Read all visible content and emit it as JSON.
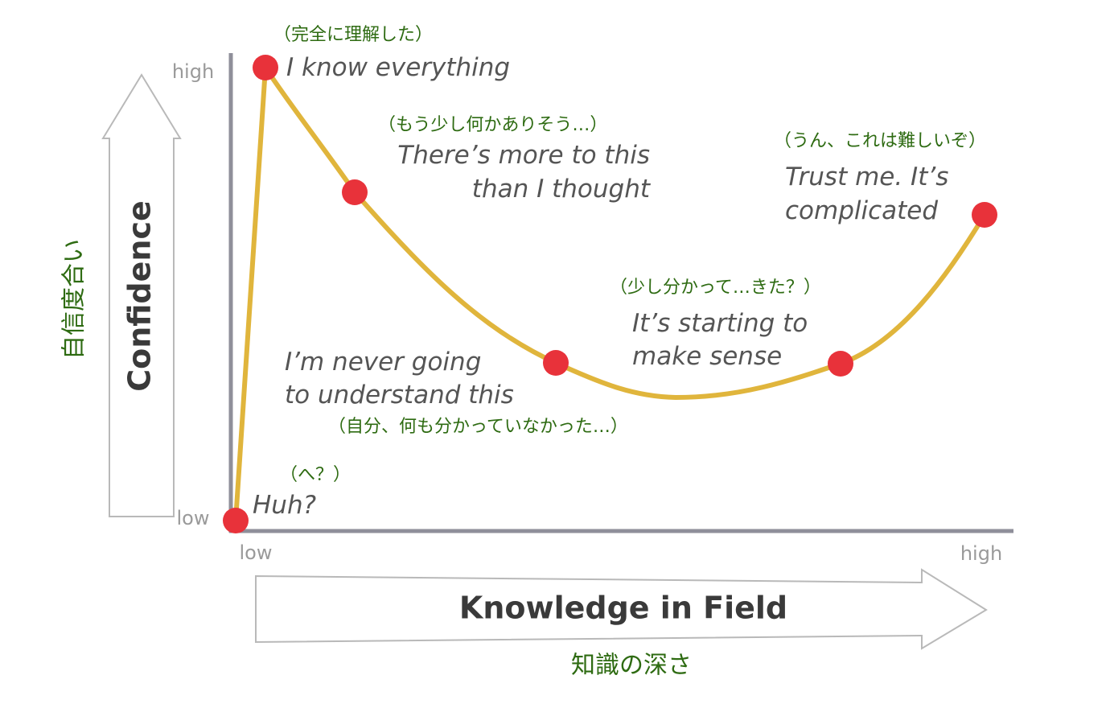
{
  "ticks": {
    "y_high": "high",
    "y_low": "low",
    "x_low": "low",
    "x_high": "high"
  },
  "axes": {
    "y_label_en": "Confidence",
    "y_label_jp": "自信度合い",
    "x_label_en": "Knowledge in Field",
    "x_label_jp": "知識の深さ"
  },
  "stages": [
    {
      "en": [
        "Huh?"
      ],
      "jp": "（へ？）"
    },
    {
      "en": [
        "I know everything"
      ],
      "jp": "（完全に理解した）"
    },
    {
      "en": [
        "There’s more to this",
        "than I thought"
      ],
      "jp": "（もう少し何かありそう…）"
    },
    {
      "en": [
        "I’m never going",
        "to understand this"
      ],
      "jp": "（自分、何も分かっていなかった…）"
    },
    {
      "en": [
        "It’s starting to",
        "make sense"
      ],
      "jp": "（少し分かって…きた？）"
    },
    {
      "en": [
        "Trust me. It’s",
        "complicated"
      ],
      "jp": "（うん、これは難しいぞ）"
    }
  ],
  "colors": {
    "curve": "#e0b53c",
    "point": "#e8323a",
    "axis": "#8f8f9a",
    "jp_text": "#2e6b12"
  }
}
